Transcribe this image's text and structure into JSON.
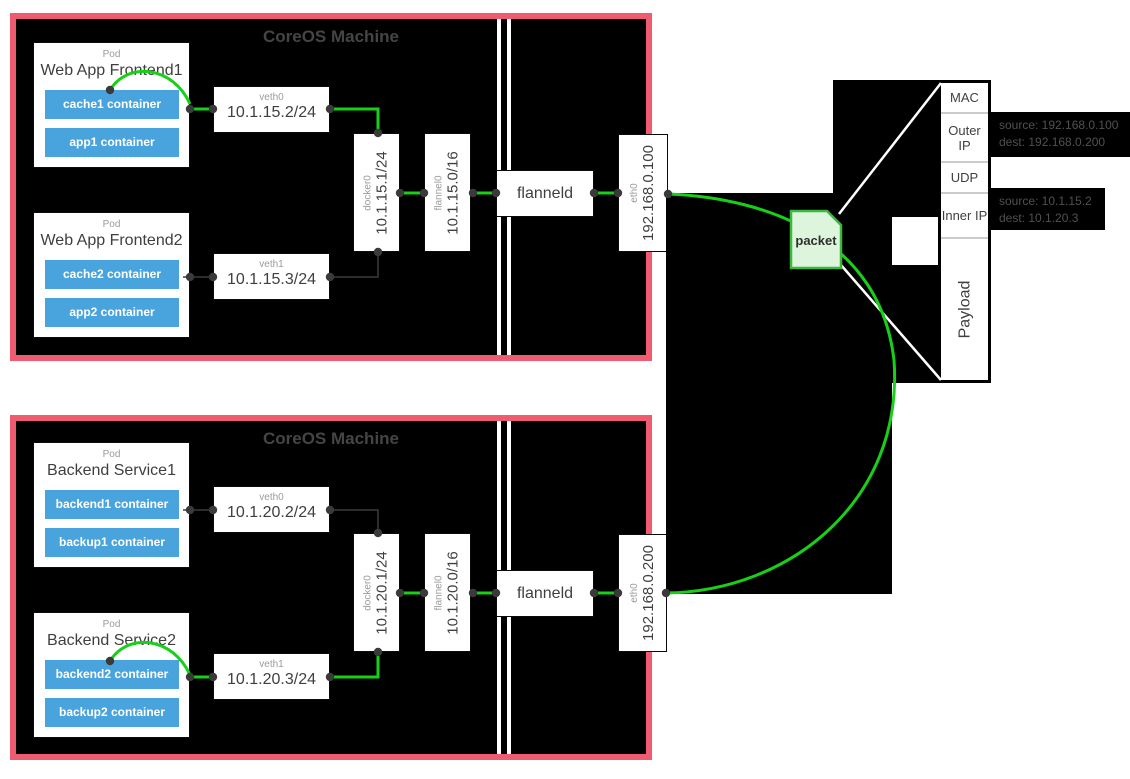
{
  "machine1": {
    "title": "CoreOS Machine",
    "pod1": {
      "tag": "Pod",
      "name": "Web App Frontend1",
      "c1": "cache1 container",
      "c2": "app1 container"
    },
    "pod2": {
      "tag": "Pod",
      "name": "Web App Frontend2",
      "c1": "cache2 container",
      "c2": "app2 container"
    },
    "veth0": {
      "label": "veth0",
      "ip": "10.1.15.2/24"
    },
    "veth1": {
      "label": "veth1",
      "ip": "10.1.15.3/24"
    },
    "docker0": {
      "label": "docker0",
      "ip": "10.1.15.1/24"
    },
    "flannel0": {
      "label": "flannel0",
      "ip": "10.1.15.0/16"
    },
    "flanneld": "flanneld",
    "eth0": {
      "label": "eth0",
      "ip": "192.168.0.100"
    }
  },
  "machine2": {
    "title": "CoreOS Machine",
    "pod1": {
      "tag": "Pod",
      "name": "Backend Service1",
      "c1": "backend1 container",
      "c2": "backup1 container"
    },
    "pod2": {
      "tag": "Pod",
      "name": "Backend Service2",
      "c1": "backend2 container",
      "c2": "backup2 container"
    },
    "veth0": {
      "label": "veth0",
      "ip": "10.1.20.2/24"
    },
    "veth1": {
      "label": "veth1",
      "ip": "10.1.20.3/24"
    },
    "docker0": {
      "label": "docker0",
      "ip": "10.1.20.1/24"
    },
    "flannel0": {
      "label": "flannel0",
      "ip": "10.1.20.0/16"
    },
    "flanneld": "flanneld",
    "eth0": {
      "label": "eth0",
      "ip": "192.168.0.200"
    }
  },
  "packet": {
    "label": "packet",
    "stack": [
      "MAC",
      "Outer IP",
      "UDP",
      "Inner IP",
      "Payload"
    ],
    "outer_info": {
      "source": "source: 192.168.0.100",
      "dest": "dest: 192.168.0.200"
    },
    "inner_info": {
      "source": "source: 10.1.15.2",
      "dest": "dest: 10.1.20.3"
    }
  },
  "colors": {
    "machine_border": "#ef5b70",
    "container_blue": "#49a3dc",
    "link_green": "#17d017",
    "packet_fill": "#dcf5dc",
    "packet_border": "#3cb83c"
  }
}
